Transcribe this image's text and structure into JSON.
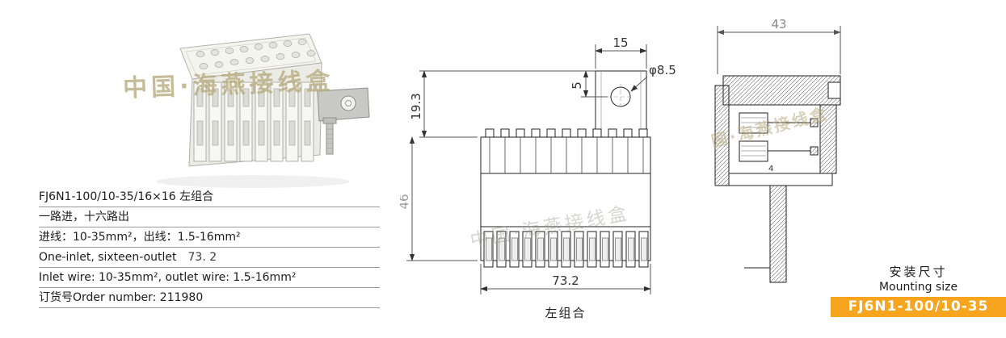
{
  "colors": {
    "accent_orange": "#F7A41E"
  },
  "watermarks": {
    "photo": "中国·海燕接线盒",
    "center": "中国·海燕接线盒",
    "side": "国·海燕接线盒"
  },
  "specs": {
    "rows": [
      "FJ6N1-100/10-35/16×16 左组合",
      "一路进，十六路出",
      "进线：10-35mm²，出线：1.5-16mm²",
      "One-inlet, sixteen-outlet",
      "Inlet wire: 10-35mm², outlet wire: 1.5-16mm²",
      "订货号Order number: 211980"
    ],
    "stray_dim": "73. 2"
  },
  "front_view": {
    "dim_tab_width": "15",
    "dim_tab_top_offset": "5",
    "dim_hole_dia": "φ8.5",
    "dim_upper_height": "19.3",
    "dim_body_height": "46",
    "dim_body_width": "73.2",
    "caption": "左组合"
  },
  "side_view": {
    "dim_width": "43",
    "dim_inner": "4"
  },
  "footer": {
    "mounting_cn": "安装尺寸",
    "mounting_en": "Mounting size",
    "model": "FJ6N1-100/10-35"
  }
}
